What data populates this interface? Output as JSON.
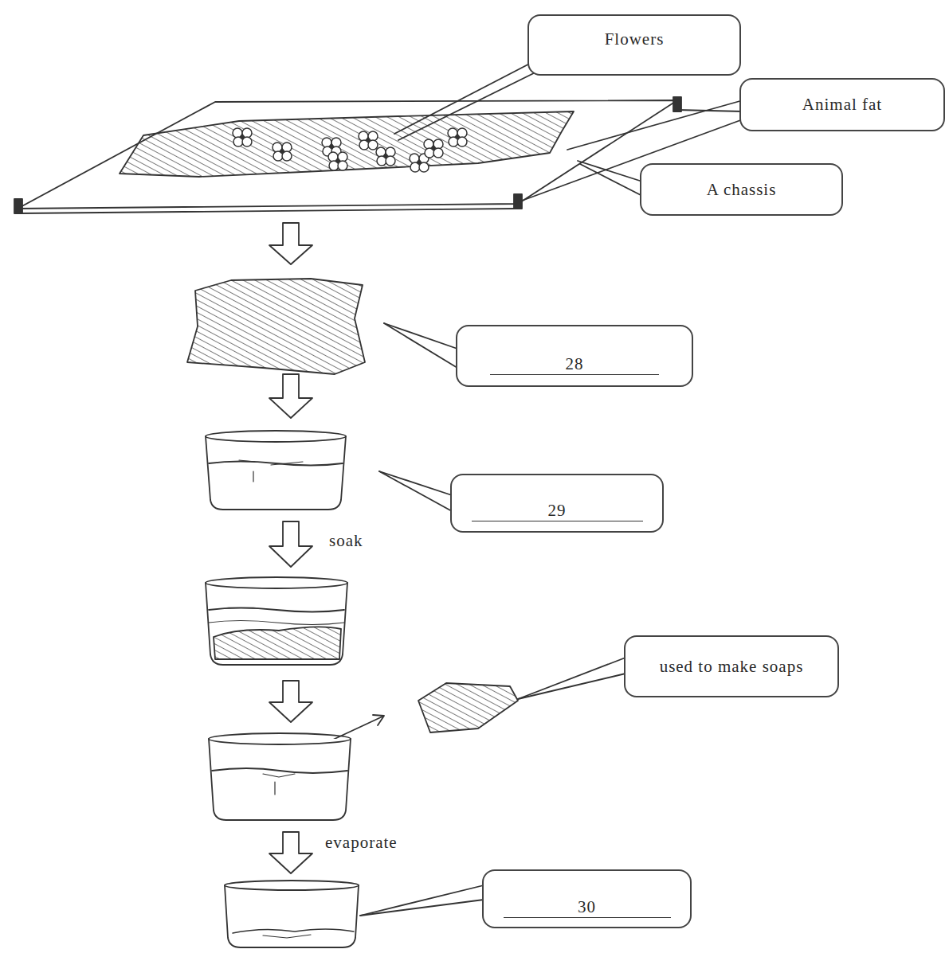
{
  "diagram": {
    "nodes": [
      {
        "text": [
          "Flowers"
        ]
      },
      {
        "text": [
          "Animal fat"
        ]
      },
      {
        "text": [
          "A chassis"
        ]
      },
      {
        "text": [
          "28"
        ]
      },
      {
        "text": [
          "29"
        ]
      },
      {
        "text": [
          "used to make soaps"
        ]
      },
      {
        "text": [
          "30"
        ]
      }
    ],
    "labels": [
      "soak",
      "evaporate"
    ]
  }
}
